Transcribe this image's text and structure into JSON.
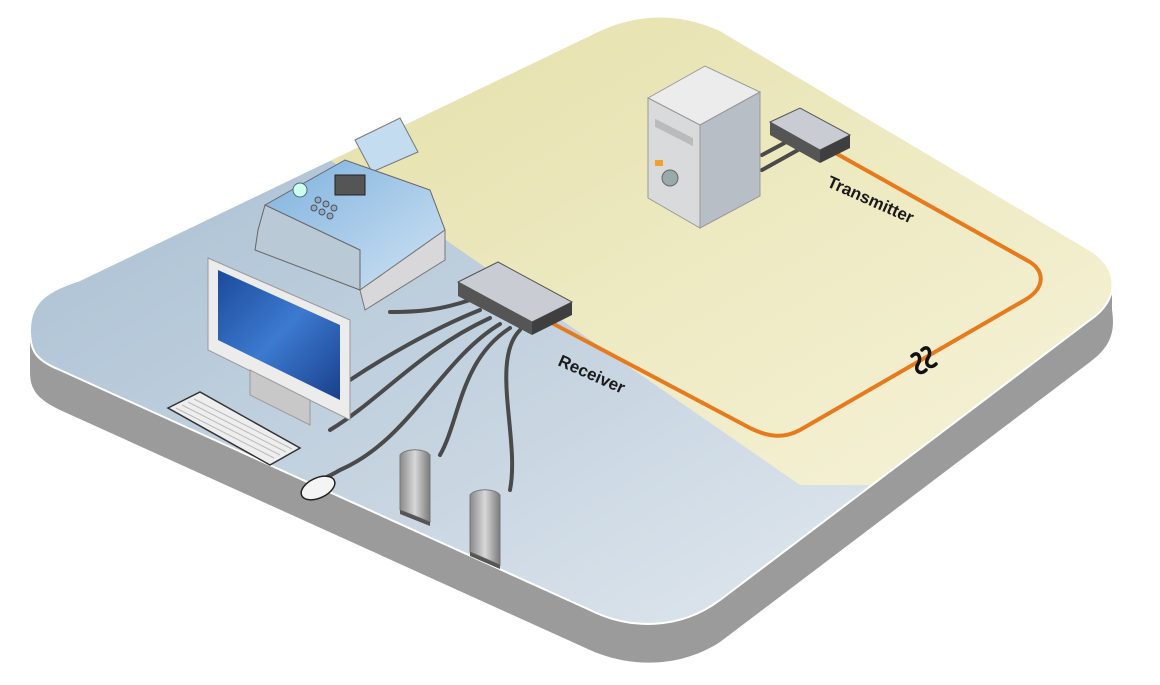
{
  "diagram": {
    "labels": {
      "receiver": "Receiver",
      "transmitter": "Transmitter"
    },
    "components": {
      "fax": "fax-machine",
      "monitor": "monitor",
      "keyboard": "keyboard",
      "mouse": "mouse",
      "speakers": "speakers",
      "receiver_unit": "receiver-box",
      "transmitter_unit": "transmitter-box",
      "computer": "tower-computer",
      "fiber": "fiber-cable",
      "break_symbol": "long-distance-break"
    },
    "colors": {
      "fiber": "#e87a1e",
      "local_zone": "#a9c2d6",
      "remote_zone": "#ede7b4",
      "platform_edge": "#9b9b9b",
      "cable": "#4a4a4a"
    }
  }
}
